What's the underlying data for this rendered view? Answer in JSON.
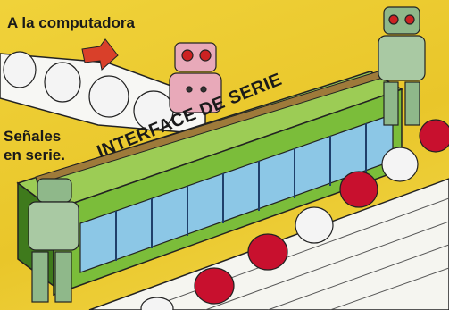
{
  "labels": {
    "to_computer": "A la computadora",
    "serial_signals_line1": "Señales",
    "serial_signals_line2": "en serie."
  },
  "panel": {
    "title": "INTERFACE DE SERIE"
  },
  "colors": {
    "background": "#e9c62a",
    "panel_green": "#7bbd3a",
    "panel_dark": "#3f7a1c",
    "window_blue": "#8cc7e6",
    "ball_white": "#f4f4f4",
    "ball_red": "#c8102e",
    "arrow_red": "#d9402a",
    "robot_green": "#8fb88a",
    "robot_pink": "#e8a9b9"
  }
}
